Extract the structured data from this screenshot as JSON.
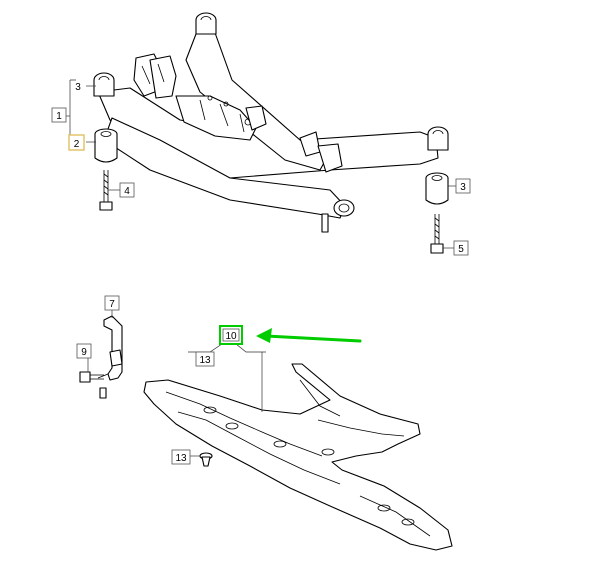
{
  "callouts": {
    "c1": "1",
    "c2": "2",
    "c3a": "3",
    "c3b": "3",
    "c4": "4",
    "c5": "5",
    "c7": "7",
    "c9": "9",
    "c10": "10",
    "c13a": "13",
    "c13b": "13"
  },
  "colors": {
    "highlight": "#00cc00",
    "highlight_item2": "#e0c060",
    "arrow": "#00cc00"
  }
}
